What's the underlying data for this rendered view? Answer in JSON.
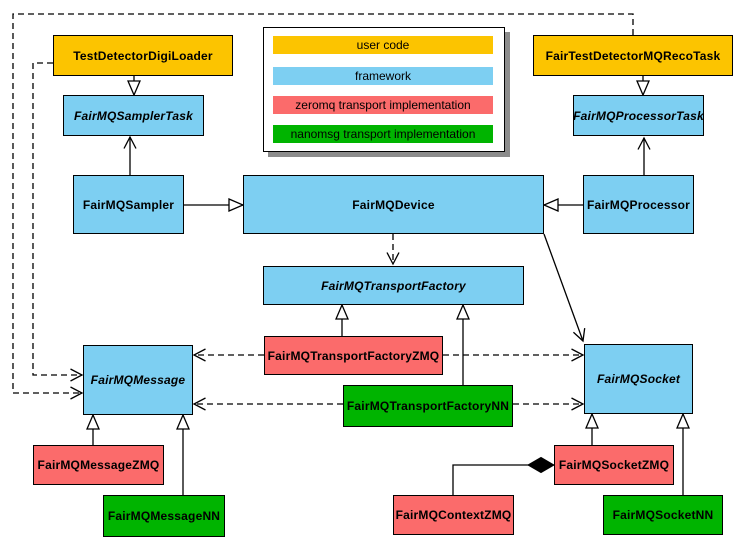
{
  "colors": {
    "user_code": "#FCC400",
    "framework": "#7DCFF2",
    "zeromq": "#FB6B6B",
    "nanomsg": "#00B400",
    "border": "#000000",
    "background": "#FFFFFF"
  },
  "legend": {
    "items": [
      {
        "label": "user code",
        "color": "#FCC400"
      },
      {
        "label": "framework",
        "color": "#7DCFF2"
      },
      {
        "label": "zeromq transport implementation",
        "color": "#FB6B6B"
      },
      {
        "label": "nanomsg transport implementation",
        "color": "#00B400"
      }
    ]
  },
  "nodes": {
    "test_detector_digi_loader": {
      "label": "TestDetectorDigiLoader",
      "category": "user_code",
      "abstract": false
    },
    "fair_test_detector_mq_reco_task": {
      "label": "FairTestDetectorMQRecoTask",
      "category": "user_code",
      "abstract": false
    },
    "fairmq_sampler_task": {
      "label": "FairMQSamplerTask",
      "category": "framework",
      "abstract": true
    },
    "fairmq_processor_task": {
      "label": "FairMQProcessorTask",
      "category": "framework",
      "abstract": true
    },
    "fairmq_sampler": {
      "label": "FairMQSampler",
      "category": "framework",
      "abstract": false
    },
    "fairmq_device": {
      "label": "FairMQDevice",
      "category": "framework",
      "abstract": false
    },
    "fairmq_processor": {
      "label": "FairMQProcessor",
      "category": "framework",
      "abstract": false
    },
    "fairmq_transport_factory": {
      "label": "FairMQTransportFactory",
      "category": "framework",
      "abstract": true
    },
    "fairmq_transport_factory_zmq": {
      "label": "FairMQTransportFactoryZMQ",
      "category": "zeromq",
      "abstract": false
    },
    "fairmq_transport_factory_nn": {
      "label": "FairMQTransportFactoryNN",
      "category": "nanomsg",
      "abstract": false
    },
    "fairmq_message": {
      "label": "FairMQMessage",
      "category": "framework",
      "abstract": true
    },
    "fairmq_socket": {
      "label": "FairMQSocket",
      "category": "framework",
      "abstract": true
    },
    "fairmq_message_zmq": {
      "label": "FairMQMessageZMQ",
      "category": "zeromq",
      "abstract": false
    },
    "fairmq_message_nn": {
      "label": "FairMQMessageNN",
      "category": "nanomsg",
      "abstract": false
    },
    "fairmq_context_zmq": {
      "label": "FairMQContextZMQ",
      "category": "zeromq",
      "abstract": false
    },
    "fairmq_socket_zmq": {
      "label": "FairMQSocketZMQ",
      "category": "zeromq",
      "abstract": false
    },
    "fairmq_socket_nn": {
      "label": "FairMQSocketNN",
      "category": "nanomsg",
      "abstract": false
    }
  },
  "edges": [
    {
      "from": "test_detector_digi_loader",
      "to": "fairmq_sampler_task",
      "type": "inheritance"
    },
    {
      "from": "fair_test_detector_mq_reco_task",
      "to": "fairmq_processor_task",
      "type": "inheritance"
    },
    {
      "from": "fairmq_sampler",
      "to": "fairmq_device",
      "type": "inheritance"
    },
    {
      "from": "fairmq_processor",
      "to": "fairmq_device",
      "type": "inheritance"
    },
    {
      "from": "fairmq_transport_factory_zmq",
      "to": "fairmq_transport_factory",
      "type": "inheritance"
    },
    {
      "from": "fairmq_transport_factory_nn",
      "to": "fairmq_transport_factory",
      "type": "inheritance"
    },
    {
      "from": "fairmq_message_zmq",
      "to": "fairmq_message",
      "type": "inheritance"
    },
    {
      "from": "fairmq_message_nn",
      "to": "fairmq_message",
      "type": "inheritance"
    },
    {
      "from": "fairmq_socket_zmq",
      "to": "fairmq_socket",
      "type": "inheritance"
    },
    {
      "from": "fairmq_socket_nn",
      "to": "fairmq_socket",
      "type": "inheritance"
    },
    {
      "from": "fairmq_sampler",
      "to": "fairmq_sampler_task",
      "type": "association"
    },
    {
      "from": "fairmq_processor",
      "to": "fairmq_processor_task",
      "type": "association"
    },
    {
      "from": "fairmq_device",
      "to": "fairmq_socket",
      "type": "association"
    },
    {
      "from": "fairmq_device",
      "to": "fairmq_transport_factory",
      "type": "dependency"
    },
    {
      "from": "fairmq_transport_factory_zmq",
      "to": "fairmq_message",
      "type": "dependency"
    },
    {
      "from": "fairmq_transport_factory_zmq",
      "to": "fairmq_socket",
      "type": "dependency"
    },
    {
      "from": "fairmq_transport_factory_nn",
      "to": "fairmq_message",
      "type": "dependency"
    },
    {
      "from": "fairmq_transport_factory_nn",
      "to": "fairmq_socket",
      "type": "dependency"
    },
    {
      "from": "test_detector_digi_loader",
      "to": "fairmq_message",
      "type": "dependency"
    },
    {
      "from": "fair_test_detector_mq_reco_task",
      "to": "fairmq_message",
      "type": "dependency"
    },
    {
      "from": "fairmq_socket_zmq",
      "to": "fairmq_context_zmq",
      "type": "composition"
    }
  ]
}
